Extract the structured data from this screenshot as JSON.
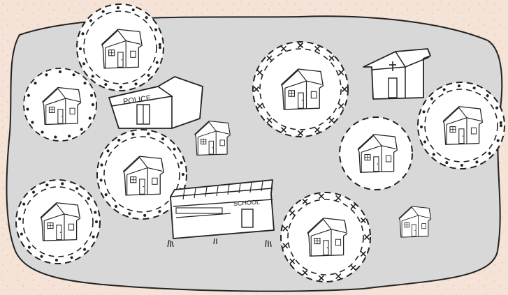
{
  "colors": {
    "background": "#f4e3d6",
    "speckle": "#e6cfbf",
    "land": "#d8d8d8",
    "outline": "#222222",
    "circle_fill": "#ffffff",
    "building_fill": "#ffffff"
  },
  "labels": {
    "police": "POLICE",
    "school": "SCHOOL"
  },
  "circle_marker_styles": [
    "dot-dashed",
    "cross-dashed",
    "plain-dashed"
  ],
  "icons": [
    "house-icon",
    "church-icon",
    "cross-icon",
    "police-station-icon",
    "school-icon"
  ]
}
